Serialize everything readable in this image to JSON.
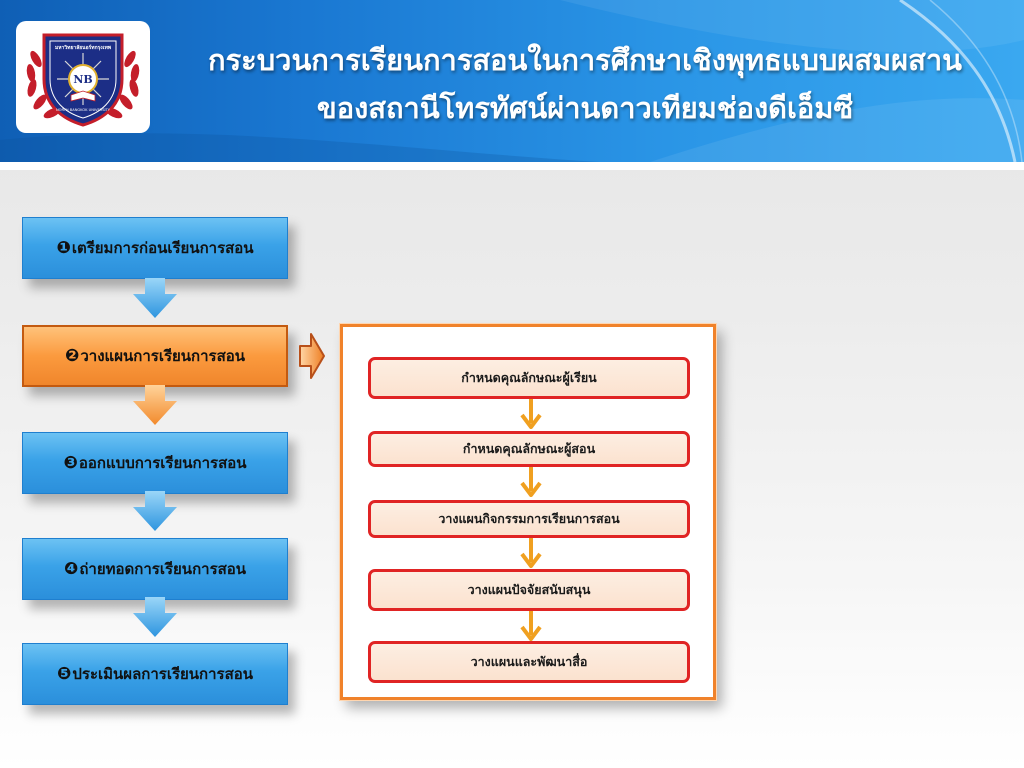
{
  "header": {
    "title_line_1": "กระบวนการเรียนการสอนในการศึกษาเชิงพุทธแบบผสมผสาน",
    "title_line_2": "ของสถานีโทรทัศน์ผ่านดาวเทียมช่องดีเอ็มซี",
    "logo": {
      "icon": "university-seal-icon",
      "top_text": "มหาวิทยาลัยนอร์ทกรุงเทพ",
      "center_text": "NB",
      "bottom_text": "NORTH BANGKOK UNIVERSITY"
    },
    "colors": {
      "gradient_start": "#0f5fb5",
      "gradient_end": "#3aa8f0"
    }
  },
  "process_steps": [
    {
      "number": "❶",
      "label": "เตรียมการก่อนเรียนการสอน",
      "state": "normal"
    },
    {
      "number": "❷",
      "label": "วางแผนการเรียนการสอน",
      "state": "active"
    },
    {
      "number": "❸",
      "label": "ออกแบบการเรียนการสอน",
      "state": "normal"
    },
    {
      "number": "❹",
      "label": "ถ่ายทอดการเรียนการสอน",
      "state": "normal"
    },
    {
      "number": "❺",
      "label": "ประเมินผลการเรียนการสอน",
      "state": "normal"
    }
  ],
  "detail_panel": {
    "items": [
      "กำหนดคุณลักษณะผู้เรียน",
      "กำหนดคุณลักษณะผู้สอน",
      "วางแผนกิจกรรมการเรียนการสอน",
      "วางแผนปัจจัยสนับสนุน",
      "วางแผนและพัฒนาสื่อ"
    ]
  },
  "colors": {
    "step_blue": "#3aa2e8",
    "step_active_orange": "#fb9a3e",
    "panel_border": "#f0822a",
    "sub_step_border": "#e02424",
    "sub_step_fill": "#fbe2cf",
    "connector_arrow": "#f0a020"
  }
}
